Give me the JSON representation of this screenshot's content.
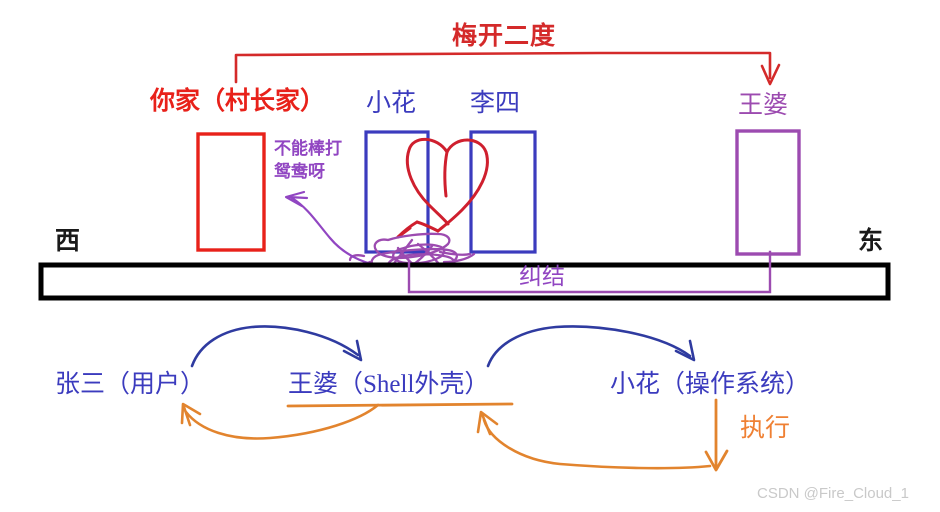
{
  "diagram": {
    "title": "梅开二度",
    "watermark": "CSDN @Fire_Cloud_1",
    "compass": {
      "west": "西",
      "east": "东"
    },
    "houses": [
      {
        "id": "nijia",
        "label": "你家（村长家）",
        "color": "#e8211a"
      },
      {
        "id": "xiaohua",
        "label": "小花",
        "color": "#3b3bbe"
      },
      {
        "id": "lisi",
        "label": "李四",
        "color": "#3b3bbe"
      },
      {
        "id": "wangpo",
        "label": "王婆",
        "color": "#9c4bb0"
      }
    ],
    "annotations": {
      "bangda_line1": "不能棒打",
      "bangda_line2": "鸳鸯呀",
      "jiujie": "纠结"
    },
    "flow": {
      "nodes": [
        {
          "id": "user",
          "label": "张三（用户）",
          "color": "#3b3bbe"
        },
        {
          "id": "shell",
          "label": "王婆（Shell外壳）",
          "color": "#3b3bbe"
        },
        {
          "id": "os",
          "label": "小花（操作系统）",
          "color": "#3b3bbe"
        }
      ],
      "execute_label": "执行"
    },
    "colors": {
      "red": "#e8211a",
      "title_red": "#d42a2a",
      "blue": "#3b3bbe",
      "purple": "#9c4bb0",
      "purple_note": "#9146c2",
      "orange": "#ef8033",
      "black": "#000000",
      "watermark_grey": "#c9c9c9"
    }
  }
}
